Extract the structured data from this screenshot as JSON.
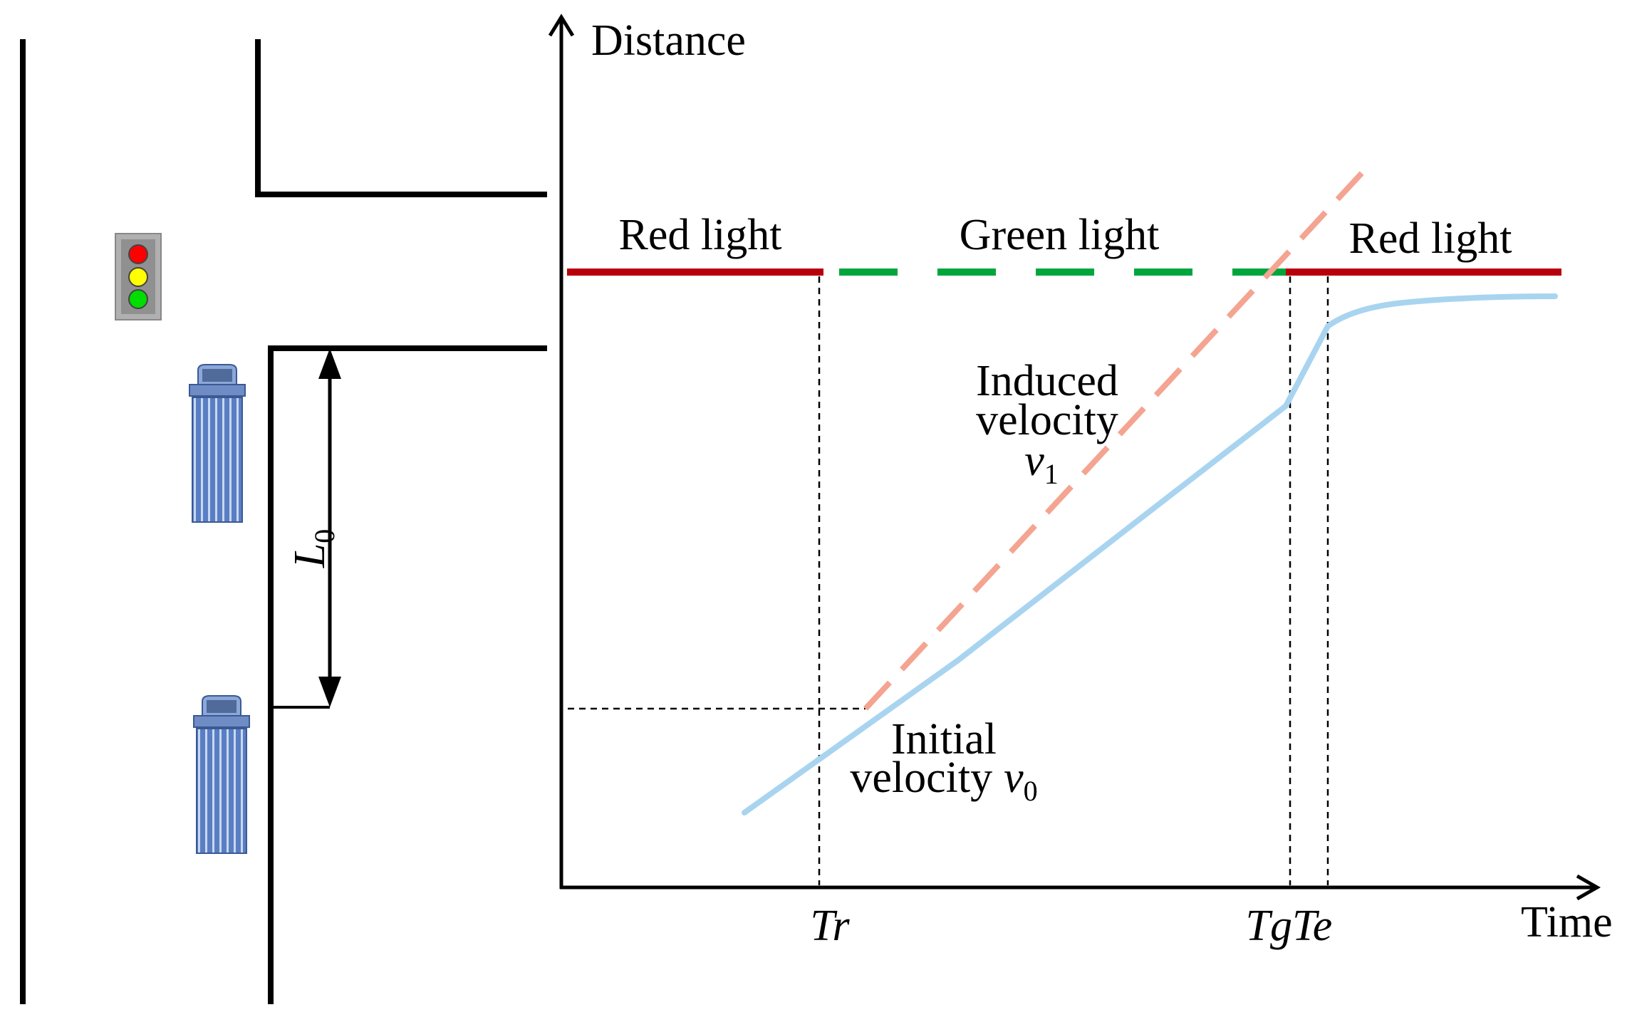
{
  "axes": {
    "y_label": "Distance",
    "x_label": "Time"
  },
  "ticks": {
    "tr": "Tr",
    "tg": "Tg",
    "te": "Te"
  },
  "phases": {
    "red1": "Red light",
    "green": "Green light",
    "red2": "Red light"
  },
  "annotations": {
    "induced_line1": "Induced",
    "induced_line2": "velocity",
    "induced_symbol": "v",
    "induced_sub": "1",
    "initial_line1": "Initial",
    "initial_line2": "velocity",
    "initial_symbol": "v",
    "initial_sub": "0",
    "gap_symbol": "L",
    "gap_sub": "0"
  },
  "colors": {
    "red_phase": "#b8000c",
    "green_phase": "#00a63c",
    "induced": "#f4a490",
    "trajectory": "#a8d4f0",
    "truck_body": "#5a7ec4",
    "truck_stripe": "#c8d8f0",
    "signal_housing": "#b0b0b0",
    "signal_red": "#ff0000",
    "signal_yellow": "#ffff00",
    "signal_green": "#00dd00"
  },
  "icons": {
    "traffic_light": "traffic-light-icon",
    "truck": "truck-icon"
  }
}
